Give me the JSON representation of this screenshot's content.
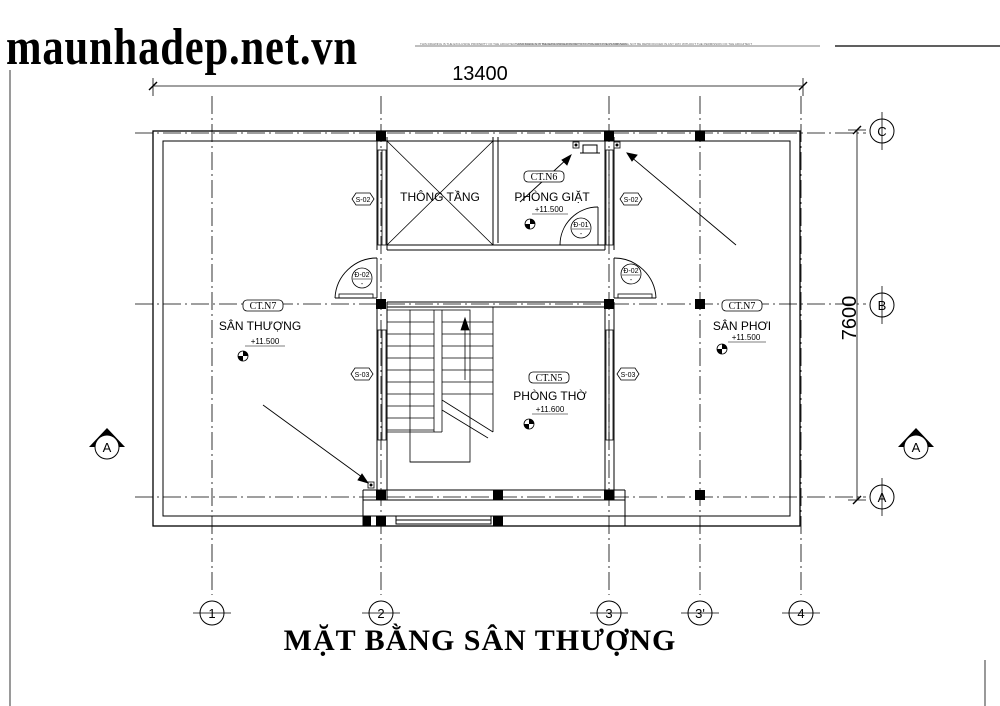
{
  "watermark": "maunhadep.net.vn",
  "drawing_title": "MẶT BẰNG SÂN THƯỢNG",
  "header_note_1": "THIS DRAWING IS THE EXCLUSIVE PROPERTY OF THE ARCHITECT AND SHALL NOT BE REPRODUCED IN ANY WAY WITHOUT THE PERMISSION",
  "header_note_2": "THIS DRAWING IS THE EXCLUSIVE PROPERTY OF THE ARCHITECT AND SHALL NOT BE REPRODUCED IN ANY WAY WITHOUT THE PERMISSION OF THE ARCHITECT",
  "dimensions": {
    "width": "13400",
    "depth": "7600"
  },
  "grid_axes": {
    "columns": [
      "1",
      "2",
      "3",
      "3'",
      "4"
    ],
    "rows": [
      "C",
      "B",
      "A"
    ]
  },
  "section_markers": [
    "A",
    "A"
  ],
  "rooms": {
    "thong_tang": {
      "name": "THÔNG TẦNG"
    },
    "phong_giat": {
      "name": "PHÒNG GIẶT",
      "tag": "CT.N6",
      "elevation": "+11.500"
    },
    "san_thuong": {
      "name": "SÂN THƯỢNG",
      "tag": "CT.N7",
      "elevation": "+11.500"
    },
    "phong_tho": {
      "name": "PHÒNG THỜ",
      "tag": "CT.N5",
      "elevation": "+11.600"
    },
    "san_phoi": {
      "name": "SÂN PHƠI",
      "tag": "CT.N7",
      "elevation": "+11.500"
    }
  },
  "door_tags": {
    "d02_left": "Đ-02",
    "d02_right": "Đ-02",
    "d01": "Đ-01",
    "dash": "-"
  },
  "window_tags": {
    "s02_left": "S-02",
    "s02_right": "S-02",
    "s03_left": "S-03",
    "s03_right": "S-03"
  }
}
